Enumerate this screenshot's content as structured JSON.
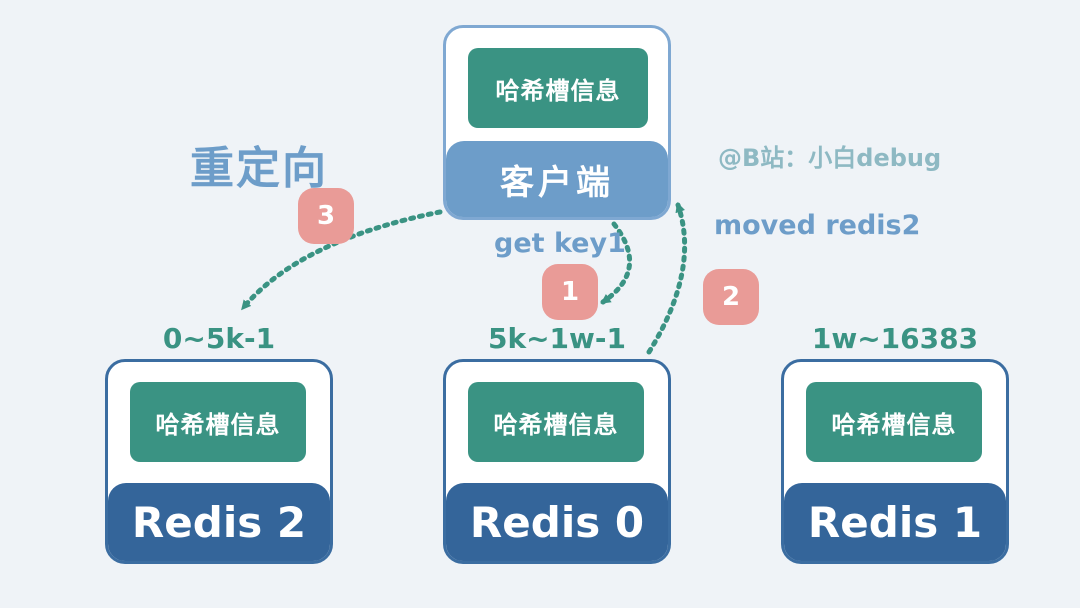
{
  "title": "重定向",
  "watermark": "@B站：小白debug",
  "client": {
    "slot_info": "哈希槽信息",
    "label": "客户端"
  },
  "nodes": [
    {
      "label": "Redis 2",
      "slot_info": "哈希槽信息",
      "range": "0~5k-1"
    },
    {
      "label": "Redis 0",
      "slot_info": "哈希槽信息",
      "range": "5k~1w-1"
    },
    {
      "label": "Redis 1",
      "slot_info": "哈希槽信息",
      "range": "1w~16383"
    }
  ],
  "steps": [
    {
      "number": "1",
      "text": "get key1"
    },
    {
      "number": "2",
      "text": "moved redis2"
    },
    {
      "number": "3",
      "text": ""
    }
  ],
  "colors": {
    "background": "#eff3f7",
    "client_blue": "#6d9dc9",
    "redis_blue": "#34659a",
    "slot_green": "#3a9383",
    "badge_pink": "#e99b97"
  }
}
